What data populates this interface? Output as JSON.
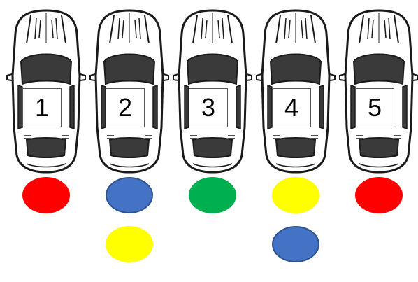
{
  "cars": [
    {
      "number": "1",
      "spots": [
        "red"
      ]
    },
    {
      "number": "2",
      "spots": [
        "blue",
        "yellow"
      ]
    },
    {
      "number": "3",
      "spots": [
        "green"
      ]
    },
    {
      "number": "4",
      "spots": [
        "yellow",
        "blue"
      ]
    },
    {
      "number": "5",
      "spots": [
        "red"
      ]
    }
  ],
  "spot_colors": {
    "red": {
      "fill": "#ff0000",
      "stroke": "#ff0000"
    },
    "blue": {
      "fill": "#4472c4",
      "stroke": "#2f528f"
    },
    "green": {
      "fill": "#00b050",
      "stroke": "#00b050"
    },
    "yellow": {
      "fill": "#ffff00",
      "stroke": "#ffff00"
    }
  },
  "car_colors": {
    "body": "#ffffff",
    "outline": "#1a1a1a",
    "glass": "#3a3a3a"
  },
  "icons": {
    "car": "sports-car-top-view-icon"
  }
}
